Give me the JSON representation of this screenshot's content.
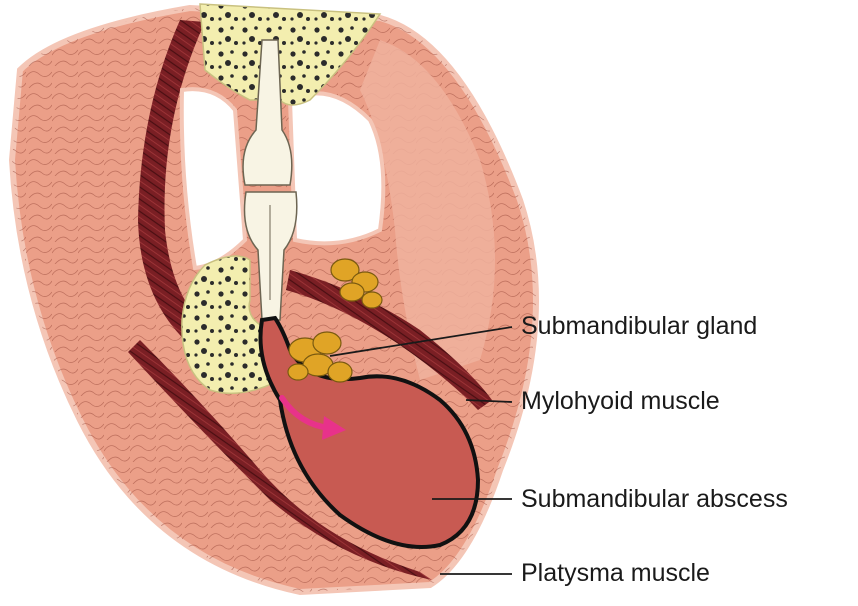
{
  "labels": {
    "submandibular_gland": "Submandibular gland",
    "mylohyoid_muscle": "Mylohyoid muscle",
    "submandibular_abscess": "Submandibular abscess",
    "platysma_muscle": "Platysma muscle"
  },
  "colors": {
    "background": "#ffffff",
    "skin": "#eb9f88",
    "skin_edge": "#f4c6b6",
    "soft_tissue": "#e49a86",
    "muscle": "#7a1f24",
    "bone": "#f3eeaf",
    "bone_dots": "#2b2b2b",
    "tooth": "#f8f4e4",
    "abscess": "#c85a52",
    "gland": "#e0a426",
    "arrow": "#e8328a",
    "leader_line": "#1a1a1a"
  },
  "icons": {
    "arrow": "curved-arrow-icon"
  }
}
